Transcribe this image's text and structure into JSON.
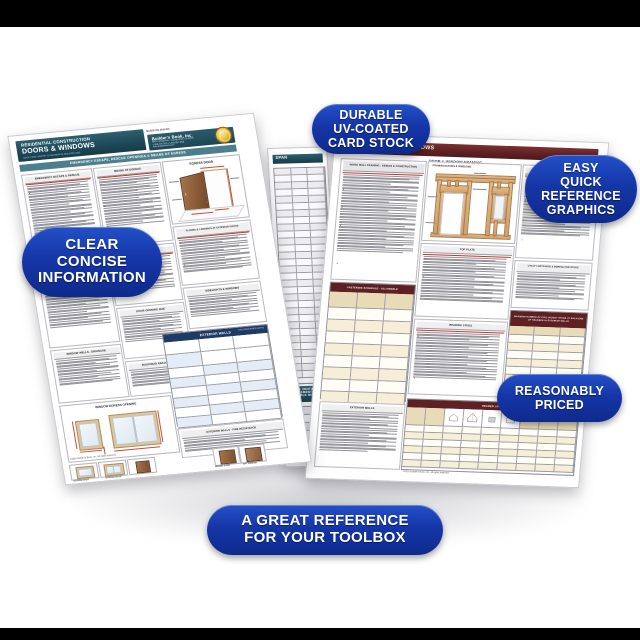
{
  "image": {
    "type": "product-photo",
    "subject": "Residential Construction Doors & Windows quick-card reference guide, two laminated cards fanned open",
    "background_color": "#ffffff",
    "letterbox_color": "#000000"
  },
  "callout_badges": [
    {
      "id": "durable",
      "text": "DURABLE\nUV-COATED\nCARD STOCK",
      "color": "#1536a8",
      "text_color": "#ffffff"
    },
    {
      "id": "clear",
      "text": "CLEAR\nCONCISE\nINFORMATION",
      "color": "#1536a8",
      "text_color": "#ffffff"
    },
    {
      "id": "easy",
      "text": "EASY\nQUICK\nREFERENCE\nGRAPHICS",
      "color": "#1536a8",
      "text_color": "#ffffff"
    },
    {
      "id": "priced",
      "text": "REASONABLY\nPRICED",
      "color": "#1536a8",
      "text_color": "#ffffff"
    },
    {
      "id": "toolbox",
      "text": "A GREAT REFERENCE\nFOR YOUR TOOLBOX",
      "color": "#1536a8",
      "text_color": "#ffffff"
    }
  ],
  "left_card": {
    "header_color": "#1e4a5a",
    "title_line1": "RESIDENTIAL CONSTRUCTION",
    "title_line2": "DOORS & WINDOWS",
    "subtitle": "QUICK-CARD | LIMITED TO RESIDENTIAL BUILDING CODE",
    "based_on": "BASED ON 2015 IRC",
    "banner": "EMERGENCY ESCAPE, RESCUE OPENINGS & MEANS OF EGRESS",
    "logo": {
      "brand": "Builder's Book, Inc.",
      "address_lines": "8001 Canoga Ave. • Canoga Park, CA 91304\n1-800-273-7375 • 1-818-887-7828\nwww.buildersbook.com",
      "seal_name": "builders-book-seal"
    },
    "sections": [
      {
        "label": "EMERGENCY ESCAPE & RESCUE"
      },
      {
        "label": "MEANS OF EGRESS"
      },
      {
        "label": "EGRESS DOOR",
        "type": "diagram"
      },
      {
        "label": "EXTERIOR DOORS"
      },
      {
        "label": "FLOORS & LANDINGS AT EXTERIOR DOORS"
      },
      {
        "label": "SIDELIGHTS & WINDOWS"
      },
      {
        "label": "DOOR OPENING SIZE"
      },
      {
        "label": "WINDOW WELLS - LADDERS & STEPS"
      },
      {
        "label": "BULKHEAD ENCLOSURES"
      },
      {
        "label": "WINDOW WELLS - DRAINAGE"
      },
      {
        "label": "WINDOW EGRESS OPENING",
        "type": "diagram"
      },
      {
        "label": "EXTERIOR WALLS - FIRE RESISTANCE",
        "type": "table"
      }
    ],
    "table": {
      "title": "EXTERIOR WALLS",
      "title_note": "FIRE-RESISTANCE RATING",
      "columns": [
        "EXTERIOR WALL ELEMENT",
        "MINIMUM FIRE-RESISTANCE RATING",
        "MINIMUM FIRE SEPARATION DISTANCE"
      ],
      "header_color": "#1e3b66",
      "row_tint": "#e4edf7"
    },
    "footer_labels": [
      "SLIDING DOOR",
      "GARAGE DOOR",
      "HINGED DOOR",
      "BAY WINDOW"
    ],
    "copyright": "©2016 Builder's Book, Inc. All rights reserved."
  },
  "middle_card": {
    "header_color": "#2f5f70",
    "title": "SPAN",
    "section": "LIGHT & VENTILATION REQUIREMENTS FOR HABITABLE ROOMS",
    "table_tint": "#ededf0"
  },
  "right_card": {
    "header_color": "#5e2022",
    "title": "FRAMING DOORS & WINDOWS",
    "subtitle": "DOOR & WINDOW FRAMING",
    "sections": [
      {
        "label": "WOOD WALL FRAMING - DESIGN & CONSTRUCTION"
      },
      {
        "label": "FRAMING DOORS & WINDOWS",
        "type": "diagram"
      },
      {
        "label": "FASTENING SCHEDULE - ALLOWABLE",
        "type": "table"
      },
      {
        "label": "TOP PLATE"
      },
      {
        "label": "TOP PLATE SPLICES"
      },
      {
        "label": "BEARING STUDS"
      },
      {
        "label": "HEADERS"
      },
      {
        "label": "UTILITY NOTCHING & BORING FOR STUDS"
      },
      {
        "label": "EXTERIOR WALLS"
      },
      {
        "label": "MAXIMUM NUMBER OF FULL-HEIGHT STUDS AT EACH END OF HEADERS IN EXTERIOR WALLS",
        "type": "table"
      },
      {
        "label": "HEADER SPANS",
        "type": "table"
      }
    ],
    "diagram_labels": [
      "Double Stud",
      "Header",
      "Cripple Stud",
      "Trimmer Stud",
      "King Stud",
      "Rough Opening",
      "Sill Plate",
      "Sole Plate"
    ],
    "header_table": {
      "title": "HEADER SPANS",
      "header_color": "#5e2022",
      "row_tint": "#f6eed6"
    },
    "copyright": "©2016 Builder's Book, Inc. All rights reserved."
  }
}
